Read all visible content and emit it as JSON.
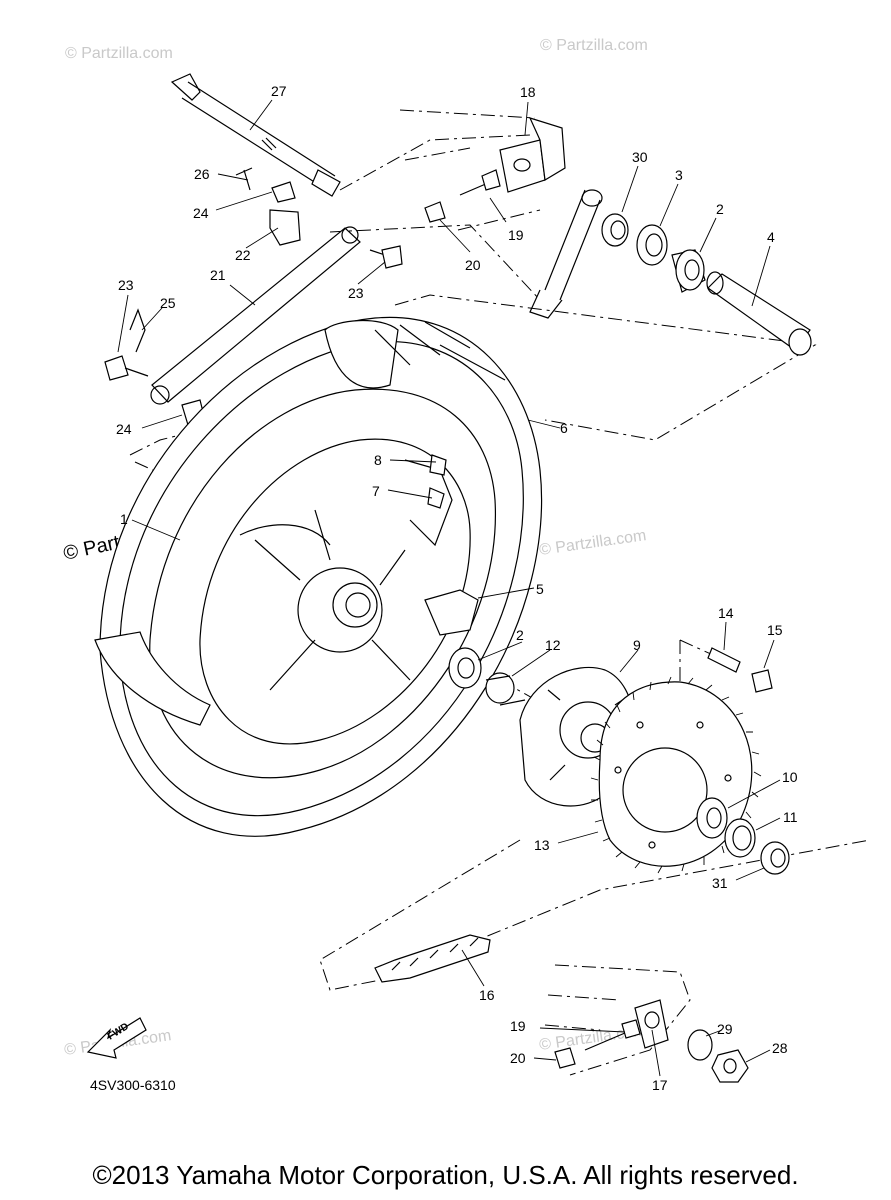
{
  "diagram": {
    "drawing_code": "4SV300-6310",
    "fwd_label": "FWD",
    "watermarks": [
      "© Partzilla.com",
      "© Partzilla.com",
      "© Partzilla.com",
      "© Partzilla.com",
      "© Partzilla.com",
      "© Partzilla.com"
    ],
    "callouts": {
      "p27": "27",
      "p18": "18",
      "p30": "30",
      "p3": "3",
      "p2a": "2",
      "p4": "4",
      "p26": "26",
      "p24a": "24",
      "p22": "22",
      "p19a": "19",
      "p20a": "20",
      "p23a": "23",
      "p21": "21",
      "p23b": "23",
      "p25": "25",
      "p24b": "24",
      "p6": "6",
      "p8": "8",
      "p7": "7",
      "p1": "1",
      "p5": "5",
      "p2b": "2",
      "p12": "12",
      "p9": "9",
      "p14": "14",
      "p15": "15",
      "p10": "10",
      "p11": "11",
      "p13": "13",
      "p31": "31",
      "p16": "16",
      "p29": "29",
      "p19b": "19",
      "p28": "28",
      "p20b": "20",
      "p17": "17"
    }
  },
  "footer": {
    "copyright": "©2013  Yamaha Motor Corporation, U.S.A. All rights reserved."
  }
}
